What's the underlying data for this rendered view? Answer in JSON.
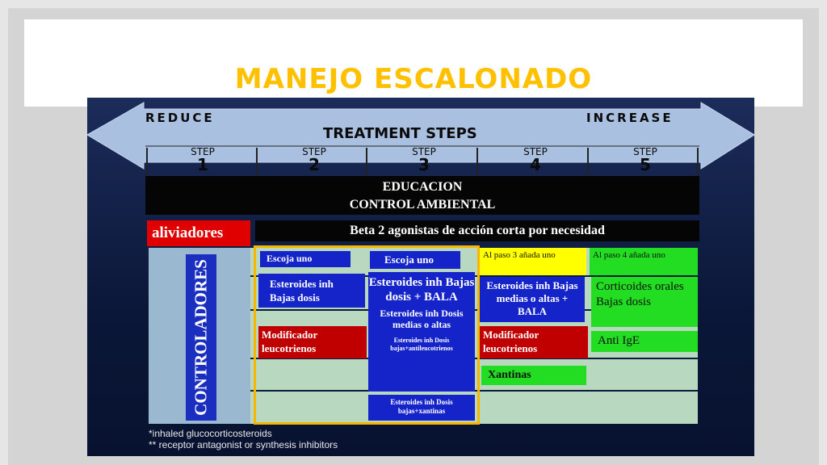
{
  "title": "MANEJO ESCALONADO",
  "figure": {
    "reduce_label": "REDUCE",
    "increase_label": "INCREASE",
    "treatment_steps_label": "TREATMENT STEPS",
    "steps": [
      {
        "word": "STEP",
        "num": "1"
      },
      {
        "word": "STEP",
        "num": "2"
      },
      {
        "word": "STEP",
        "num": "3"
      },
      {
        "word": "STEP",
        "num": "4"
      },
      {
        "word": "STEP",
        "num": "5"
      }
    ],
    "education_line1": "EDUCACION",
    "education_line2": "CONTROL AMBIENTAL",
    "relievers_label": "aliviadores",
    "beta_label": "Beta 2 agonistas de acción corta por necesidad",
    "controllers_label": "CONTROLADORES",
    "step2": {
      "choose": "Escoja uno",
      "steroid": "Esteroides inh Bajas dosis",
      "modifier": "Modificador leucotrienos"
    },
    "step3": {
      "choose": "Escoja uno",
      "steroid_bala": "Esteroides inh Bajas dosis + BALA",
      "steroid_mid": "Esteroides inh Dosis medias o altas",
      "steroid_leuco": "Esteroides inh Dosis bajas+antileucotrienos",
      "steroid_xant": "Esteroides inh Dosis bajas+xantinas"
    },
    "step4": {
      "add": "Al paso 3 añada uno",
      "steroid": "Esteroides inh Bajas medias o altas + BALA",
      "modifier": "Modificador leucotrienos",
      "xant": "Xantinas"
    },
    "step5": {
      "add": "Al paso 4 añada uno",
      "oral": "Corticoides orales Bajas dosis",
      "ige": "Anti IgE"
    },
    "footnote1": "*inhaled glucocorticosteroids",
    "footnote2": "** receptor antagonist or synthesis inhibitors"
  },
  "colors": {
    "title": "#ffc000",
    "relievers": "#e00000",
    "controllers": "#1a2fbf",
    "highlight_frame": "#f7b500",
    "green": "#22dd22",
    "yellow": "#ffff00"
  }
}
